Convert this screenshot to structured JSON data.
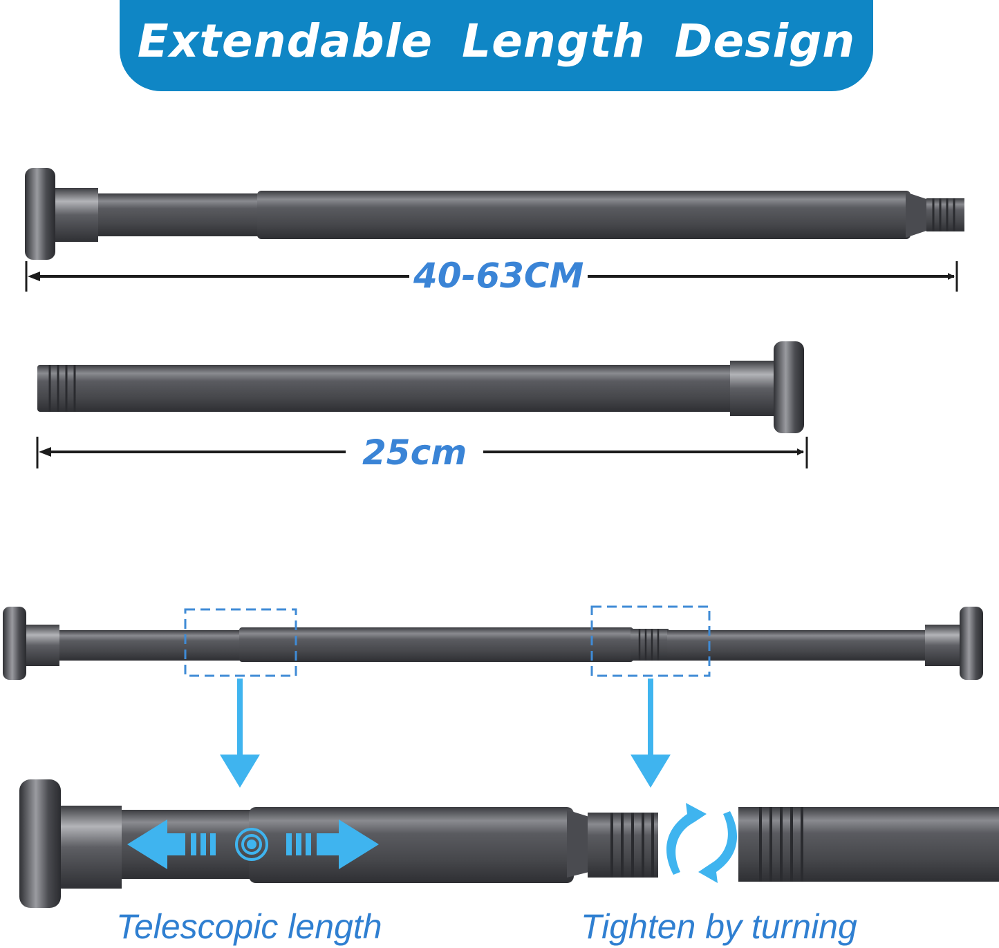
{
  "banner": {
    "title": "Extendable  Length  Design"
  },
  "dimensions": {
    "extended_label": "40-63CM",
    "retracted_label": "25cm"
  },
  "captions": {
    "left": "Telescopic length",
    "right": "Tighten by turning"
  },
  "colors": {
    "banner": "#0f86c5",
    "label_blue": "#3a84d6",
    "arrow_blue": "#3fb4ef",
    "rod": "#4f5055"
  },
  "icons": [
    "double-arrow-icon",
    "target-icon",
    "rotate-arrows-icon",
    "down-arrow-icon"
  ]
}
